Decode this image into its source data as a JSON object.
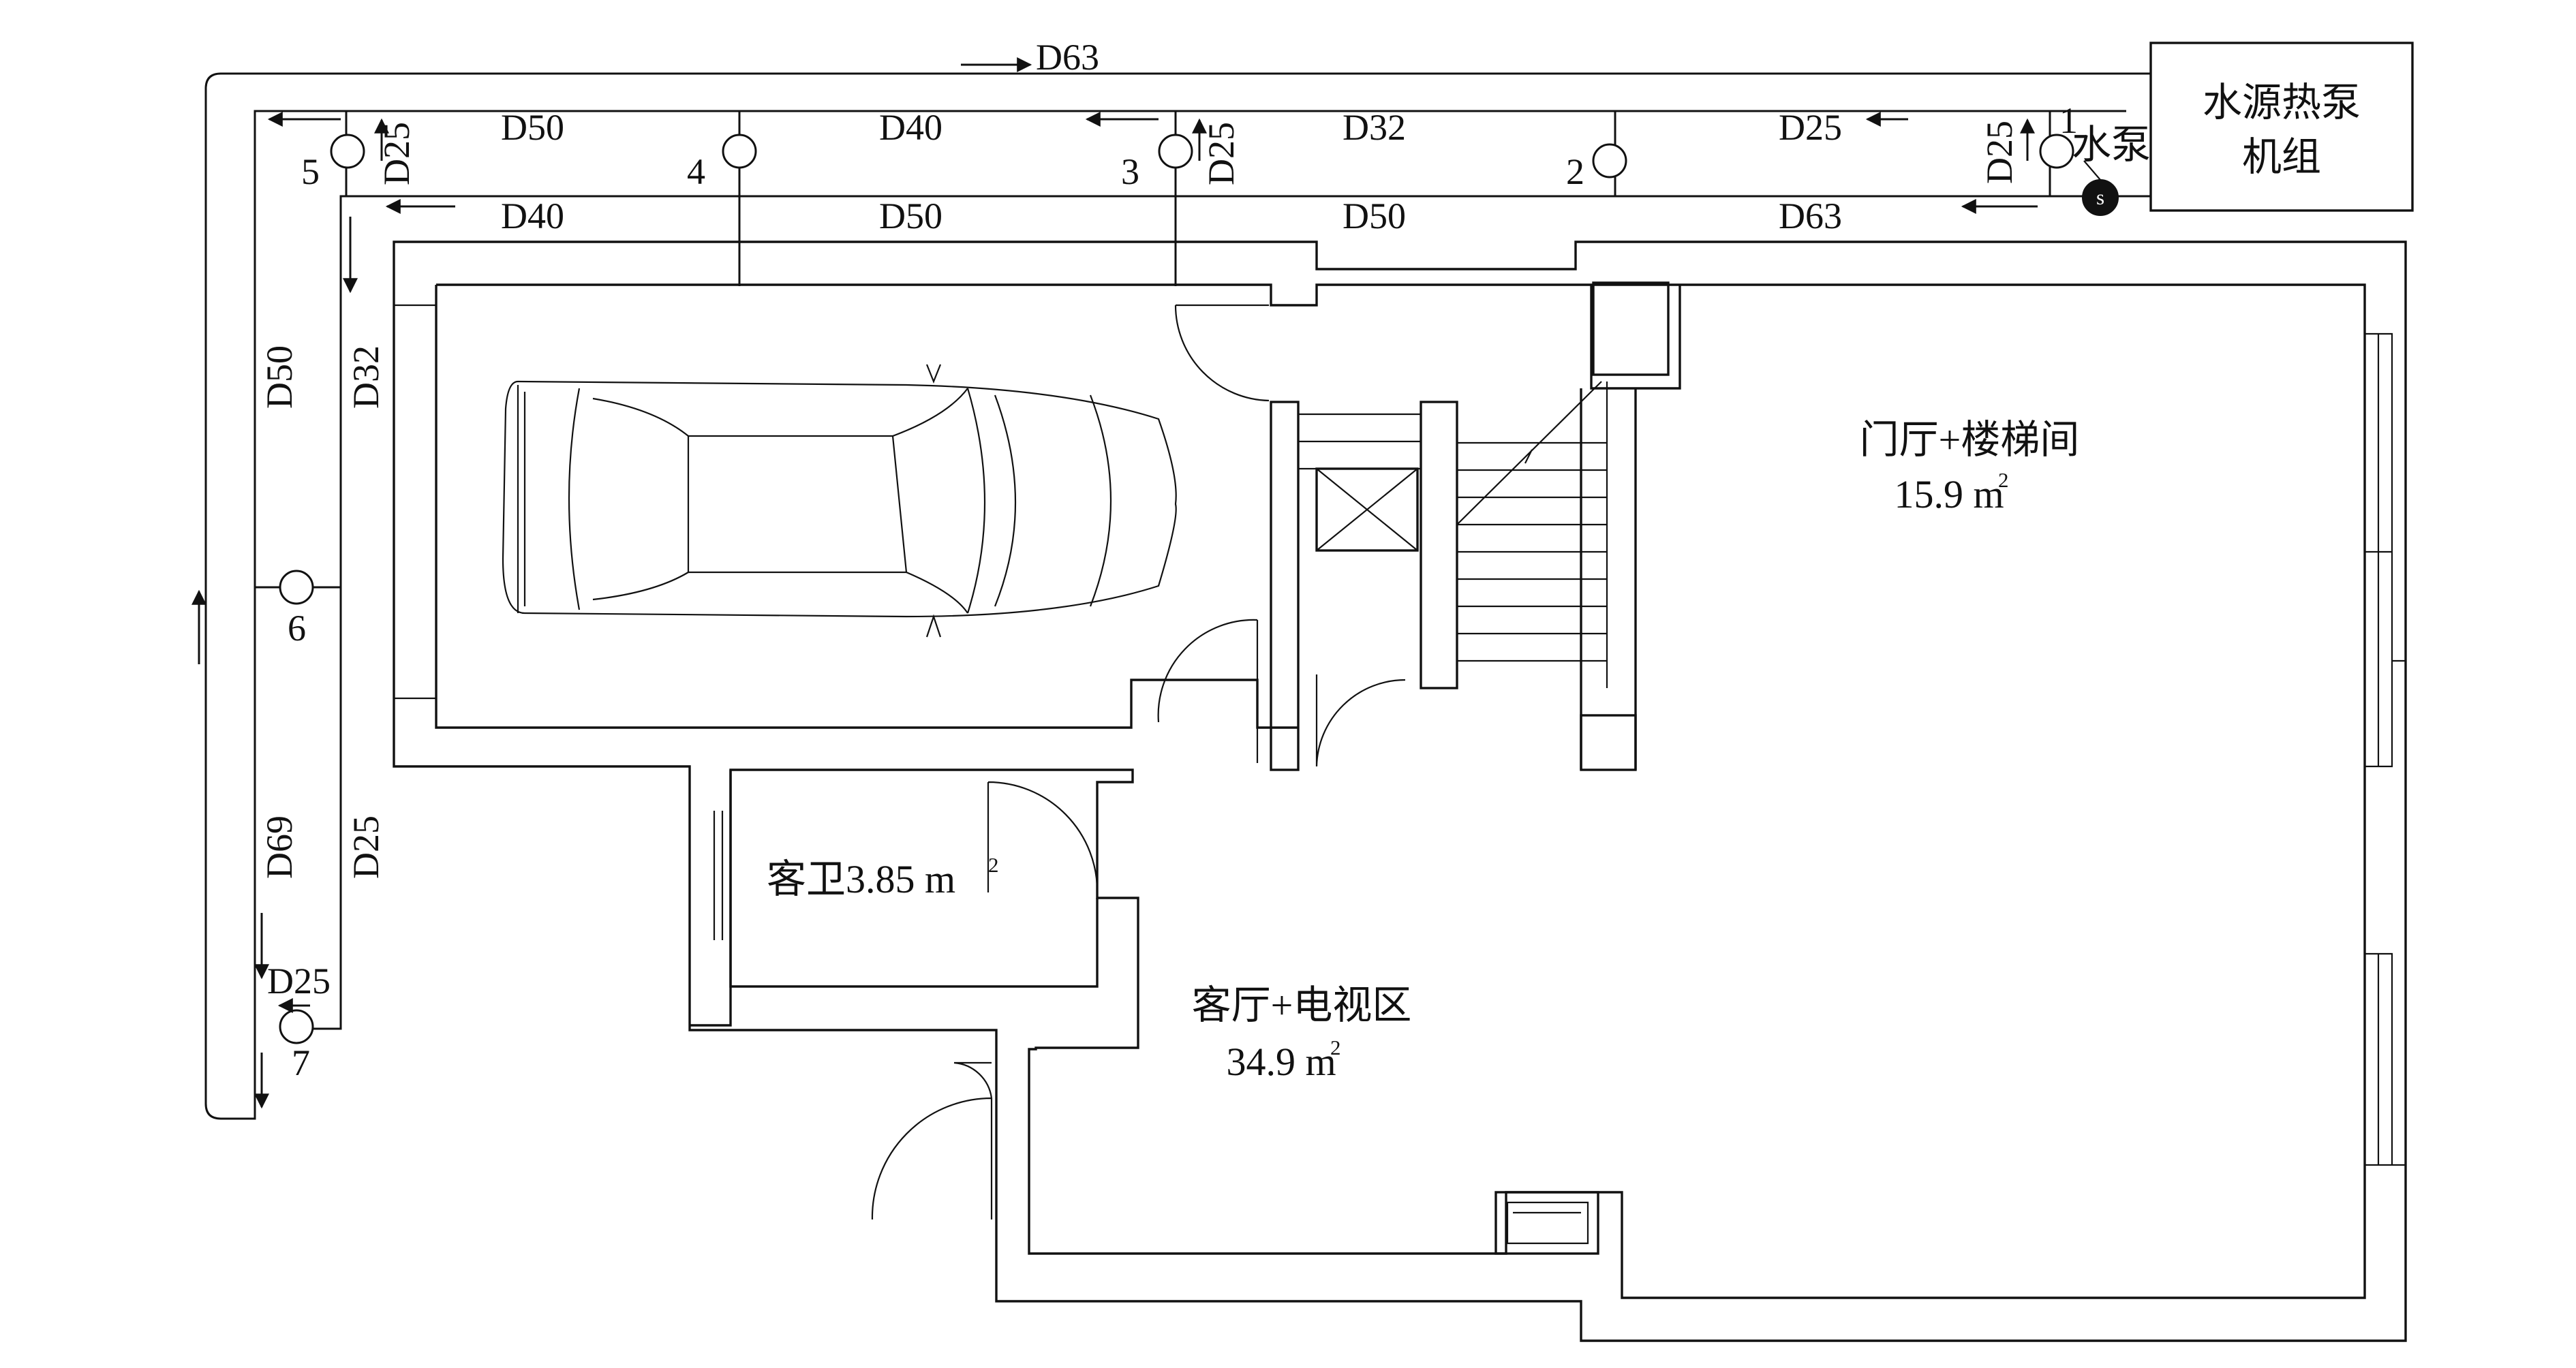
{
  "pipes": {
    "top_main": "D63",
    "supply": [
      "D50",
      "D40",
      "D32",
      "D25"
    ],
    "return": [
      "D40",
      "D50",
      "D50",
      "D63"
    ],
    "risers": [
      "D25",
      "D25",
      "D25"
    ],
    "left_outer": [
      "D50",
      "D69"
    ],
    "left_inner": [
      "D32",
      "D25"
    ],
    "branch_bottom": "D25"
  },
  "nodes": [
    "1",
    "2",
    "3",
    "4",
    "5",
    "6",
    "7"
  ],
  "equipment": {
    "heat_pump_line1": "水源热泵",
    "heat_pump_line2": "机组",
    "pump": "水泵",
    "pump_mark": "s"
  },
  "rooms": {
    "hall_name": "门厅+楼梯间",
    "hall_area": "15.9 m",
    "bath": "客卫3.85 m",
    "living_name": "客厅+电视区",
    "living_area": "34.9 m",
    "sup": "2"
  }
}
